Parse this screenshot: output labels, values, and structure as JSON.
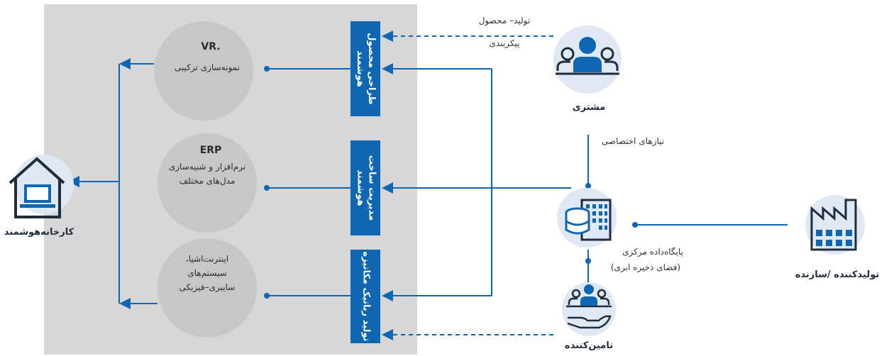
{
  "top_label": "تولید– محصول",
  "top_label2": "پیکربندی",
  "customer": "مشتری",
  "needs": "نیازهای اختصاصی",
  "central_db": "پایگاه‌داده مرکزی",
  "central_db_sub": "(فضای ذخیره ابری)",
  "manufacturer": "تولیدکننده /سازنده",
  "supplier": "تامین‌کننده",
  "smart_factory": "کارخانه‌هوشمند",
  "box1": "طراحی محصول\nهوشمند",
  "box2": "مدیریت ساخت\nهوشمند",
  "box3": "تولید رباتیک مکانیزه",
  "circle1_head": "VR.",
  "circle1_text": "نمونه‌سازی ترکیبی",
  "circle2_head": "ERP",
  "circle2_line1": "نرم‌افزار و شبیه‌سازی",
  "circle2_line2": "مدل‌های مختلف",
  "circle3_line1": "اینترنت‌اشیا،",
  "circle3_line2": "سیستم‌های",
  "circle3_line3": "سایبری–فیزیکی",
  "colors": {
    "blue": "#0f66b3",
    "panel": "#d7d7d7",
    "circle": "#c7c7c7"
  }
}
